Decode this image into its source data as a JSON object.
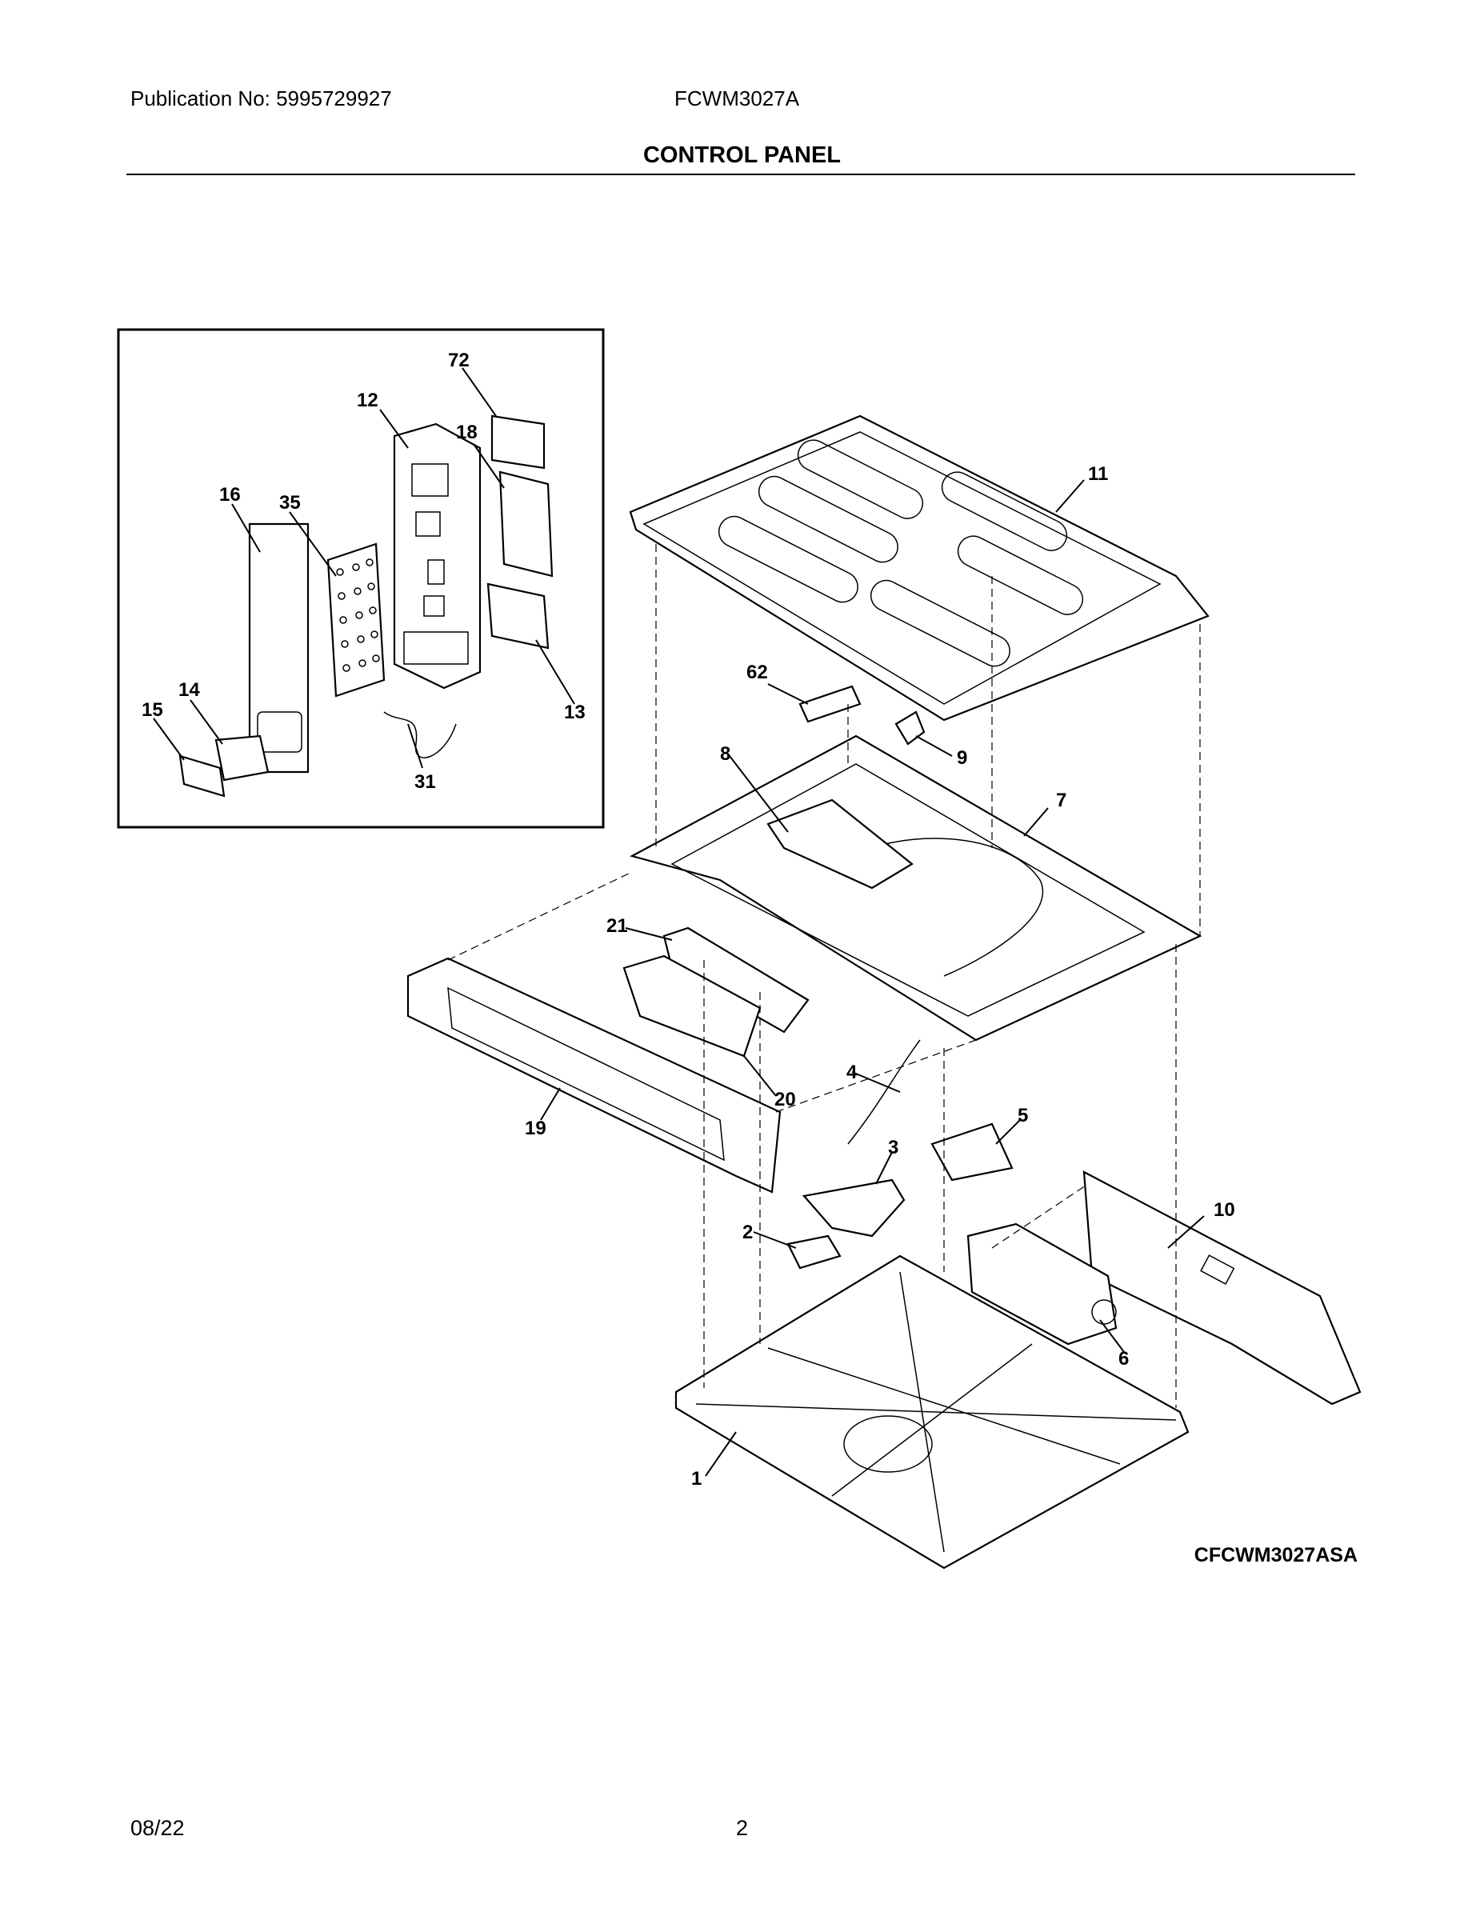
{
  "header": {
    "publication": "Publication No: 5995729927",
    "model": "FCWM3027A",
    "section_title": "CONTROL PANEL"
  },
  "diagram": {
    "code": "CFCWM3027ASA",
    "callouts": [
      "72",
      "12",
      "18",
      "16",
      "35",
      "14",
      "15",
      "13",
      "31",
      "11",
      "62",
      "9",
      "8",
      "7",
      "21",
      "4",
      "20",
      "19",
      "5",
      "3",
      "10",
      "2",
      "6",
      "1"
    ]
  },
  "footer": {
    "date": "08/22",
    "page": "2"
  }
}
